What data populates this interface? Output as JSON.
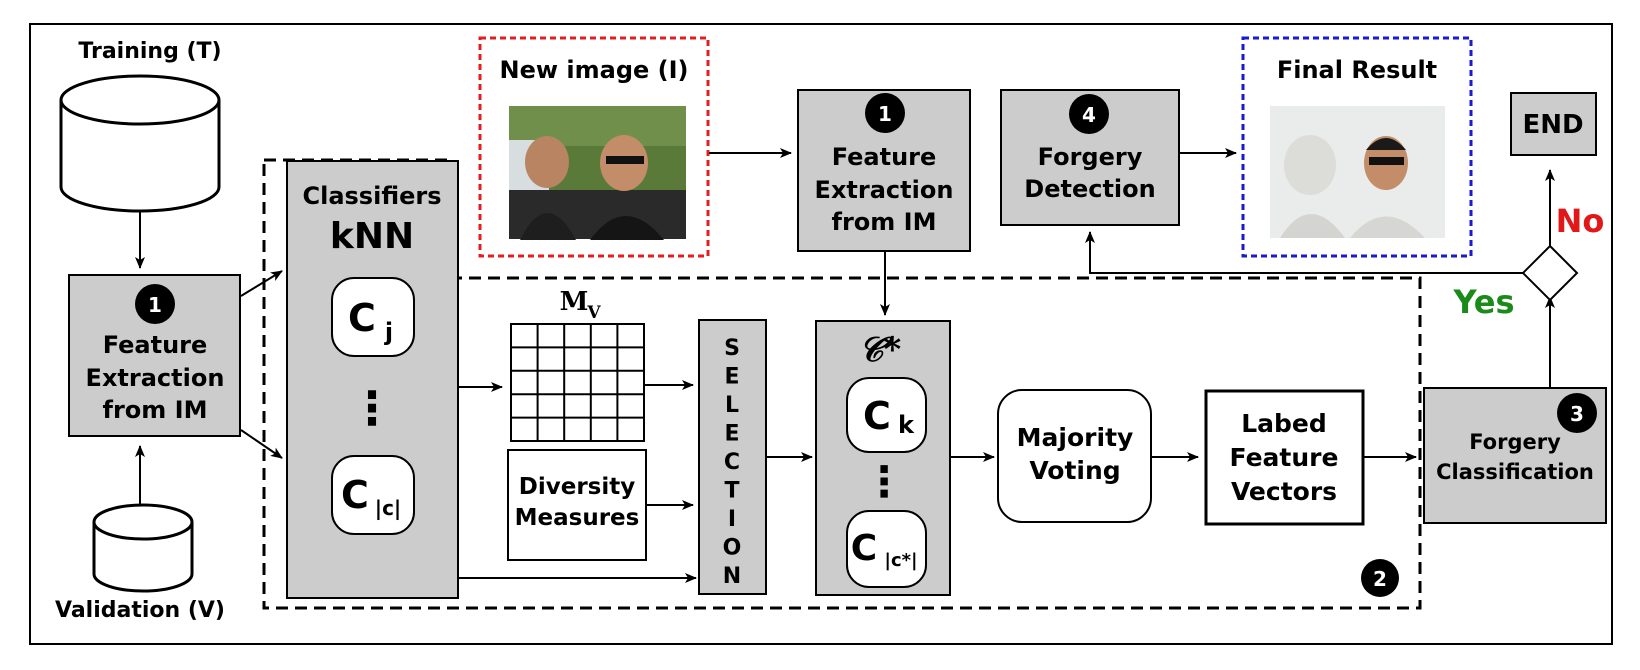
{
  "training_db": {
    "label": "Training (T)"
  },
  "validation_db": {
    "label": "Validation (V)"
  },
  "feature_extraction_left": {
    "step": "1",
    "lines": [
      "Feature",
      "Extraction",
      "from IM"
    ]
  },
  "classifiers": {
    "title": "Classifiers",
    "subtitle": "kNN",
    "item_top": "C",
    "item_top_sub": "j",
    "dots": "⋮",
    "item_bottom": "C",
    "item_bottom_sub": "|c|"
  },
  "matrix": {
    "label": "M",
    "label_sub": "V"
  },
  "diversity": {
    "lines": [
      "Diversity",
      "Measures"
    ]
  },
  "selection": {
    "letters": [
      "S",
      "E",
      "L",
      "E",
      "C",
      "T",
      "I",
      "O",
      "N"
    ]
  },
  "c_star": {
    "label": "𝒞*",
    "item_top": "C",
    "item_top_sub": "k",
    "dots": "⋮",
    "item_bottom": "C",
    "item_bottom_sub": "|c*|"
  },
  "majority_voting": {
    "lines": [
      "Majority",
      "Voting"
    ]
  },
  "labeled_vectors": {
    "lines": [
      "Labed",
      "Feature",
      "Vectors"
    ]
  },
  "forgery_classification": {
    "step": "3",
    "lines": [
      "Forgery",
      "Classification"
    ]
  },
  "new_image": {
    "title": "New image (I)"
  },
  "feature_extraction_top": {
    "step": "1",
    "lines": [
      "Feature",
      "Extraction",
      "from IM"
    ]
  },
  "forgery_detection": {
    "step": "4",
    "lines": [
      "Forgery",
      "Detection"
    ]
  },
  "final_result": {
    "title": "Final Result"
  },
  "end": {
    "label": "END"
  },
  "decision": {
    "yes": "Yes",
    "no": "No"
  },
  "stage_two": {
    "step": "2"
  },
  "colors": {
    "box_fill": "#cccccc",
    "new_image_border": "#e02020",
    "final_result_border": "#1a1ad0",
    "yes": "#1a8a1a",
    "no": "#e01818"
  }
}
